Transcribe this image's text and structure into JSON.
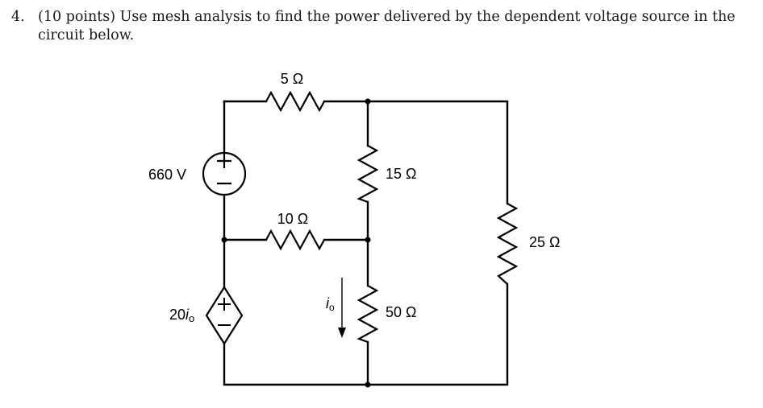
{
  "problem": {
    "number": "4.",
    "text": "(10 points) Use mesh analysis to find the power delivered by the dependent voltage source in the circuit below."
  },
  "circuit": {
    "r_top_label": "5 Ω",
    "r_mid_label": "10 Ω",
    "r_15_label": "15 Ω",
    "r_50_label": "50 Ω",
    "r_25_label": "25 Ω",
    "vsrc_label": "660 V",
    "dep_src_coef": "20",
    "dep_src_var": "i",
    "dep_src_sub": "o",
    "current_var": "i",
    "current_sub": "o",
    "plus": "+",
    "minus": "−"
  }
}
